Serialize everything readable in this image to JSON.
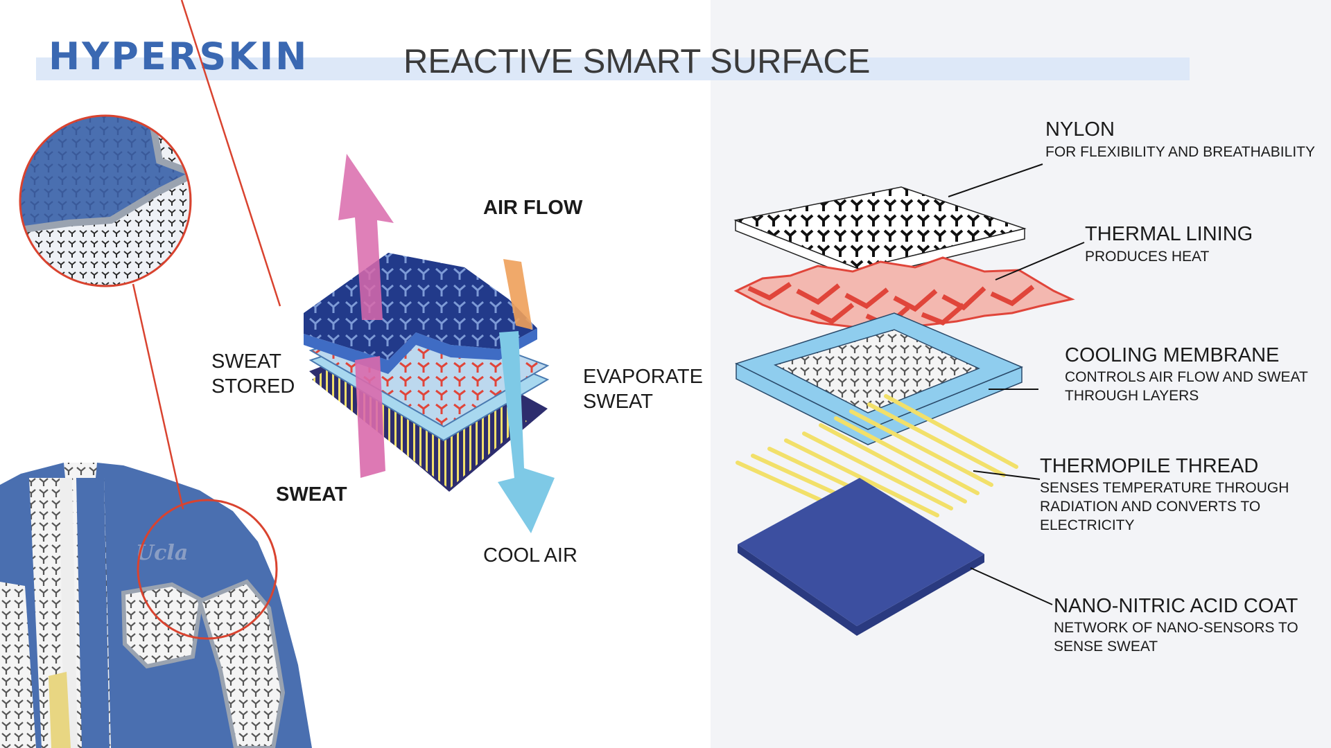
{
  "header": {
    "title_main": "HYPERSKIN",
    "title_sub": "REACTIVE SMART SURFACE"
  },
  "center": {
    "air_flow": "AIR FLOW",
    "sweat_stored_1": "SWEAT",
    "sweat_stored_2": "STORED",
    "evaporate_1": "EVAPORATE",
    "evaporate_2": "SWEAT",
    "sweat": "SWEAT",
    "cool_air": "COOL AIR"
  },
  "jacket": {
    "logo_text": "Ucla"
  },
  "layers": [
    {
      "title": "NYLON",
      "lines": [
        "FOR FLEXIBILITY AND BREATHABILITY"
      ]
    },
    {
      "title": "THERMAL LINING",
      "lines": [
        "PRODUCES HEAT"
      ]
    },
    {
      "title": "COOLING MEMBRANE",
      "lines": [
        "CONTROLS AIR FLOW AND SWEAT",
        "THROUGH LAYERS"
      ]
    },
    {
      "title": "THERMOPILE THREAD",
      "lines": [
        "SENSES TEMPERATURE THROUGH",
        "RADIATION AND CONVERTS TO",
        "ELECTRICITY"
      ]
    },
    {
      "title": "NANO-NITRIC ACID COAT",
      "lines": [
        "NETWORK OF NANO-SENSORS TO",
        "SENSE SWEAT"
      ]
    }
  ],
  "colors": {
    "brand_blue": "#3a68b2",
    "suit_blue": "#4a6fb0",
    "sweat_pink": "#d96aac",
    "air_orange": "#eea05a",
    "cool_air_blue": "#7ec9e6",
    "thermal_red": "#e0453a",
    "thread_yellow": "#f2e06a",
    "callout_red": "#d9432f",
    "membrane_blue": "#8fcdee",
    "coat_blue": "#3c4fa0"
  }
}
